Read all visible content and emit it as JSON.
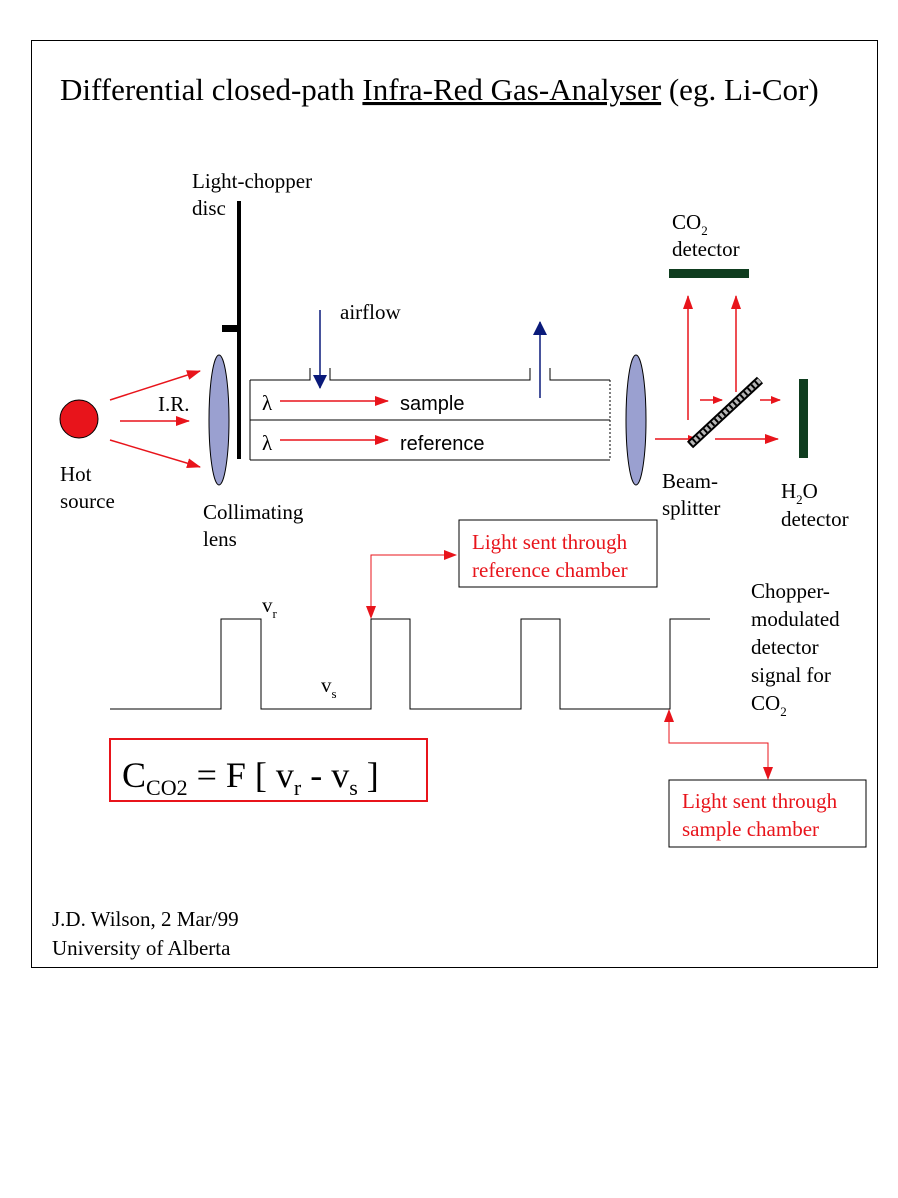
{
  "title": {
    "part1": "Differential closed-path ",
    "underlined": "Infra-Red Gas-Analyser",
    "part2": " (eg. Li-Cor)"
  },
  "labels": {
    "chopper_line1": "Light-chopper",
    "chopper_line2": "disc",
    "airflow": "airflow",
    "ir": "I.R.",
    "hot_line1": "Hot",
    "hot_line2": "source",
    "collimating_line1": "Collimating",
    "collimating_line2": "lens",
    "lambda": "λ",
    "sample": "sample",
    "reference": "reference",
    "co2_prefix": "CO",
    "co2_sub": "2",
    "detector": "detector",
    "beam_line1": "Beam-",
    "beam_line2": "splitter",
    "h2o_h": "H",
    "h2o_sub": "2",
    "h2o_o": "O",
    "ref_callout_line1": "Light sent through",
    "ref_callout_line2": "reference chamber",
    "sample_callout_line1": "Light sent through",
    "sample_callout_line2": "sample chamber",
    "vr_v": "v",
    "vr_sub": "r",
    "vs_v": "v",
    "vs_sub": "s",
    "signal_line1": "Chopper-",
    "signal_line2": "modulated",
    "signal_line3": "detector",
    "signal_line4": "signal for",
    "signal_line5_prefix": "CO",
    "signal_line5_sub": "2"
  },
  "formula": {
    "c": "C",
    "c_sub": "CO2",
    "mid": " = F [ v",
    "r_sub": "r",
    "minus": " - v",
    "s_sub": "s",
    "end": " ]"
  },
  "footer": {
    "line1": "J.D. Wilson, 2 Mar/99",
    "line2": "University of Alberta"
  },
  "colors": {
    "red": "#e8141b",
    "navy": "#0a1a7a",
    "lens": "#9aa0d0",
    "detector": "#0f3d1f",
    "frame": "#000000"
  }
}
